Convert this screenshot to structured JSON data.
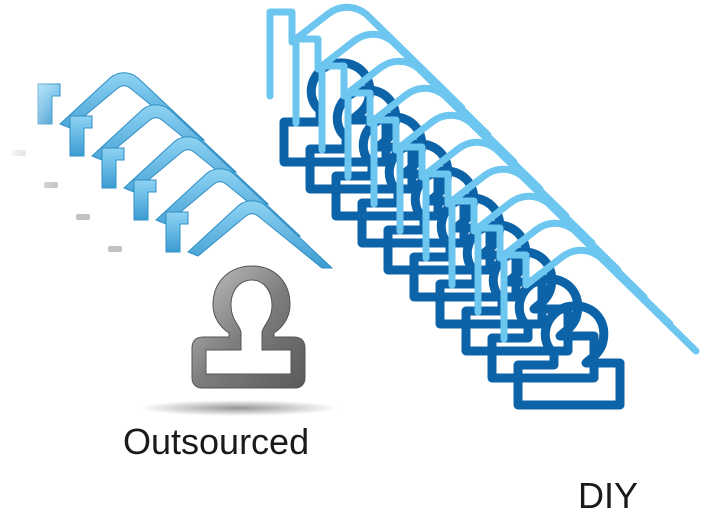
{
  "labels": {
    "outsourced": "Outsourced",
    "diy": "DIY"
  },
  "groups": {
    "outsourced": {
      "house_count": 5,
      "roof_color": "#5bb4e0",
      "roof_edge_color": "#2f8fc4",
      "person_icon": "person-in-house-icon",
      "person_color": "#8c8c8c"
    },
    "diy": {
      "house_count": 10,
      "roof_color": "#6cc6ef",
      "person_color": "#0d63a8",
      "person_icon": "person-outline-icon"
    }
  },
  "colors": {
    "background": "#ffffff",
    "shadow": "#9a9a9a"
  }
}
